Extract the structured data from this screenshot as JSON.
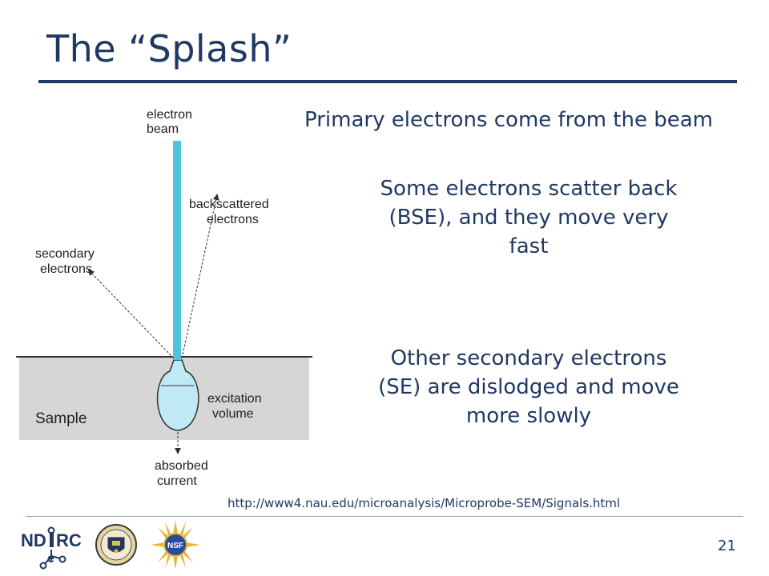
{
  "slide": {
    "title": "The “Splash”",
    "bullets": [
      "Primary electrons come from the beam",
      "Some electrons scatter back (BSE), and they move very fast",
      "Other secondary electrons (SE) are dislodged and move more slowly"
    ],
    "source_url": "http://www4.nau.edu/microanalysis/Microprobe-SEM/Signals.html",
    "page_number": "21"
  },
  "diagram": {
    "labels": {
      "beam_line1": "electron",
      "beam_line2": "beam",
      "bse_line1": "backscattered",
      "bse_line2": "electrons",
      "se_line1": "secondary",
      "se_line2": "electrons",
      "excitation_line1": "excitation",
      "excitation_line2": "volume",
      "sample": "Sample",
      "absorbed_line1": "absorbed",
      "absorbed_line2": "current"
    },
    "colors": {
      "beam": "#4fc3dc",
      "volume": "#bfe9f5",
      "sample": "#d6d6d6"
    }
  },
  "footer": {
    "logos": [
      "NDIRC logo",
      "University of Notre Dame seal",
      "NSF logo"
    ],
    "ndirc_text_left": "ND",
    "ndirc_text_right": "RC",
    "ndirc_text_e": "e",
    "nsf_text": "NSF"
  }
}
